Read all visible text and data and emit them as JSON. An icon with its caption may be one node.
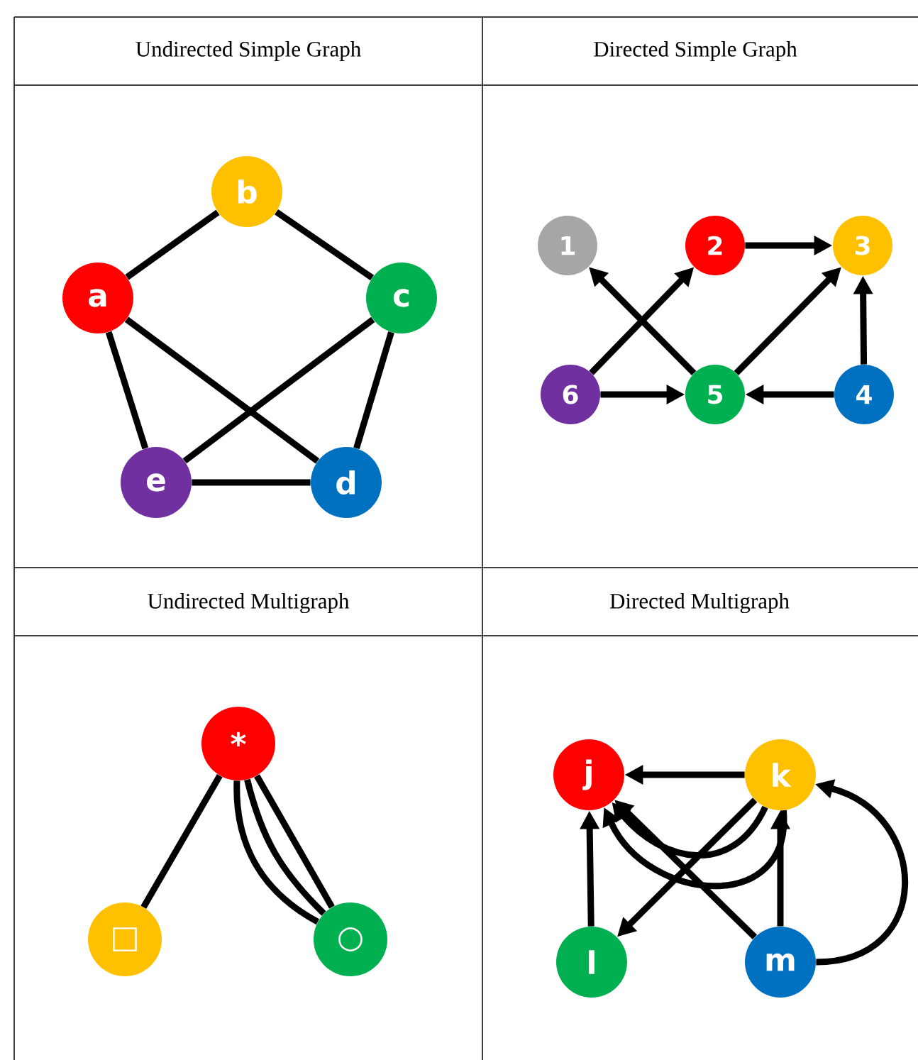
{
  "diagram": {
    "nodes": [
      {
        "text": [
          "b"
        ]
      },
      {
        "text": [
          "a"
        ]
      },
      {
        "text": [
          "c"
        ]
      },
      {
        "text": [
          "e"
        ]
      },
      {
        "text": [
          "d"
        ]
      },
      {
        "text": [
          "1"
        ]
      },
      {
        "text": [
          "2"
        ]
      },
      {
        "text": [
          "3"
        ]
      },
      {
        "text": [
          "6"
        ]
      },
      {
        "text": [
          "5"
        ]
      },
      {
        "text": [
          "4"
        ]
      },
      {
        "text": [
          "*"
        ]
      },
      {
        "text": [
          "□"
        ]
      },
      {
        "text": [
          "○"
        ]
      },
      {
        "text": [
          "j"
        ]
      },
      {
        "text": [
          "k"
        ]
      },
      {
        "text": [
          "l"
        ]
      },
      {
        "text": [
          "m"
        ]
      }
    ],
    "edges": [
      {
        "from": 1,
        "to": 0,
        "arrow": "none"
      },
      {
        "from": 0,
        "to": 2,
        "arrow": "none"
      },
      {
        "from": 1,
        "to": 3,
        "arrow": "none"
      },
      {
        "from": 1,
        "to": 4,
        "arrow": "none"
      },
      {
        "from": 2,
        "to": 3,
        "arrow": "none"
      },
      {
        "from": 2,
        "to": 4,
        "arrow": "none"
      },
      {
        "from": 3,
        "to": 4,
        "arrow": "none"
      },
      {
        "from": 6,
        "to": 7,
        "arrow": "to"
      },
      {
        "from": 9,
        "to": 5,
        "arrow": "to"
      },
      {
        "from": 8,
        "to": 6,
        "arrow": "to"
      },
      {
        "from": 9,
        "to": 7,
        "arrow": "to"
      },
      {
        "from": 10,
        "to": 7,
        "arrow": "to"
      },
      {
        "from": 8,
        "to": 9,
        "arrow": "to"
      },
      {
        "from": 10,
        "to": 9,
        "arrow": "to"
      },
      {
        "from": 11,
        "to": 12,
        "arrow": "none"
      },
      {
        "from": 11,
        "to": 13,
        "arrow": "none"
      },
      {
        "from": 11,
        "to": 13,
        "arrow": "none"
      },
      {
        "from": 11,
        "to": 13,
        "arrow": "none"
      },
      {
        "from": 15,
        "to": 14,
        "arrow": "to"
      },
      {
        "from": 15,
        "to": 14,
        "arrow": "to"
      },
      {
        "from": 15,
        "to": 14,
        "arrow": "to"
      },
      {
        "from": 15,
        "to": 16,
        "arrow": "to"
      },
      {
        "from": 17,
        "to": 14,
        "arrow": "to"
      },
      {
        "from": 17,
        "to": 15,
        "arrow": "to"
      },
      {
        "from": 16,
        "to": 14,
        "arrow": "to"
      },
      {
        "from": 17,
        "to": 15,
        "arrow": "to"
      }
    ],
    "labels": [
      "Undirected Simple Graph",
      "Directed Simple Graph",
      "Undirected Multigraph",
      "Directed Multigraph"
    ]
  }
}
